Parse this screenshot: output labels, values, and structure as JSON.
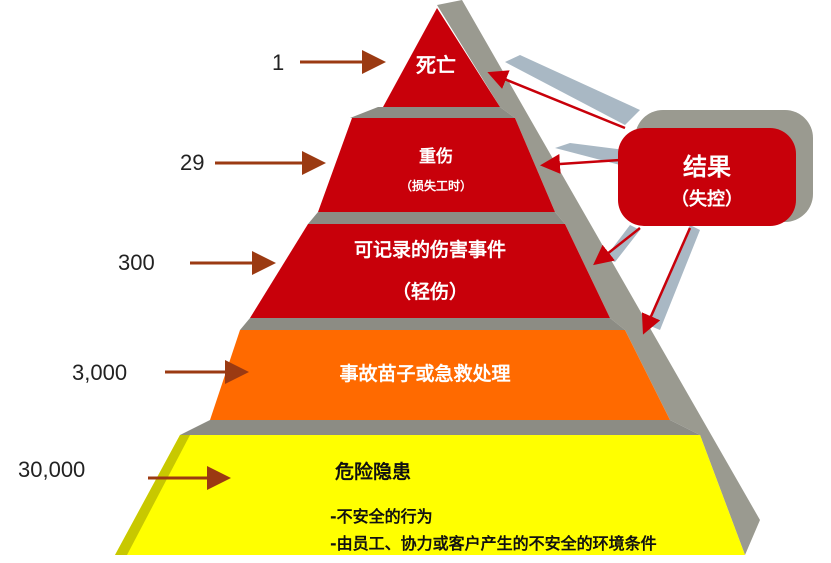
{
  "tiers": [
    {
      "count": "1",
      "label": "死亡",
      "sub": "",
      "color": "#c8000a"
    },
    {
      "count": "29",
      "label": "重伤",
      "sub": "（损失工时）",
      "color": "#c8000a"
    },
    {
      "count": "300",
      "label": "可记录的伤害事件",
      "sub": "（轻伤）",
      "color": "#c8000a"
    },
    {
      "count": "3,000",
      "label": "事故苗子或急救处理",
      "sub": "",
      "color": "#ff6a00"
    },
    {
      "count": "30,000",
      "label": "危险隐患",
      "bullets": [
        "-不安全的行为",
        "-由员工、协力或客户产生的不安全的环境条件"
      ],
      "color": "#ffff00"
    }
  ],
  "callout": {
    "title": "结果",
    "sub": "（失控）",
    "color": "#c8000a"
  }
}
